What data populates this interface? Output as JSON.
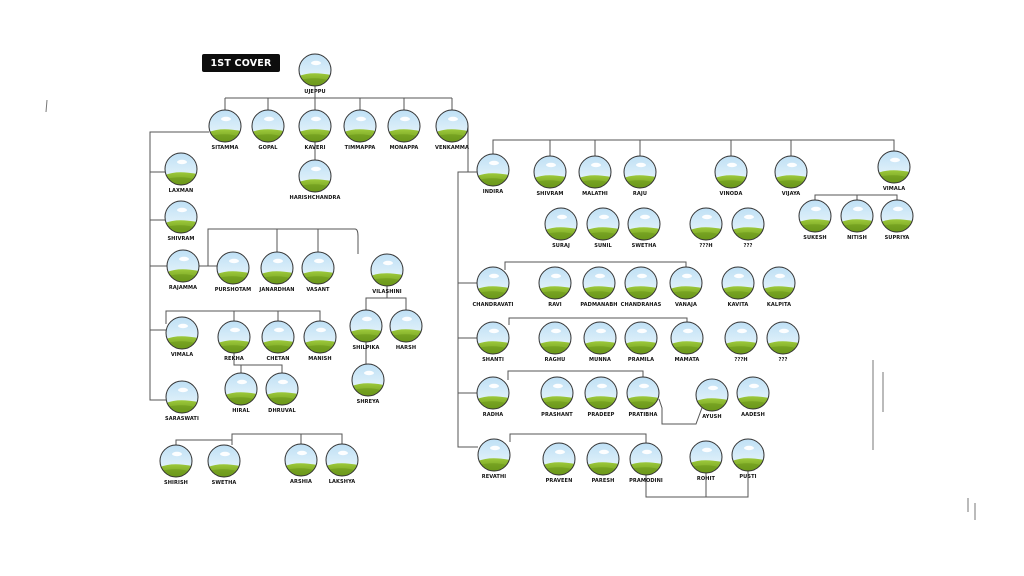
{
  "header": {
    "cover_label": "1ST COVER"
  },
  "people": {
    "ujeppu": "UJEPPU",
    "sitamma": "SITAMMA",
    "gopal": "GOPAL",
    "kaveri": "KAVERI",
    "timmappa": "TIMMAPPA",
    "monappa": "MONAPPA",
    "venkamma": "VENKAMMA",
    "harishchandra": "HARISHCHANDRA",
    "laxman": "LAXMAN",
    "shivram_l": "SHIVRAM",
    "rajamma": "RAJAMMA",
    "vimala_l": "VIMALA",
    "saraswati": "SARASWATI",
    "purshotam": "PURSHOTAM",
    "janardhan": "JANARDHAN",
    "vasant": "VASANT",
    "vilashini": "VILASHINI",
    "shilpika": "SHILPIKA",
    "harsh": "HARSH",
    "shreya": "SHREYA",
    "rekha": "REKHA",
    "chetan": "CHETAN",
    "manish": "MANISH",
    "hiral": "HIRAL",
    "dhruval": "DHRUVAL",
    "shirish": "SHIRISH",
    "swetha_l": "SWETHA",
    "arshia": "ARSHIA",
    "lakshya": "LAKSHYA",
    "indira": "INDIRA",
    "shivram_r": "SHIVRAM",
    "malathi": "MALATHI",
    "raju": "RAJU",
    "vinoda": "VINODA",
    "vijaya": "VIJAYA",
    "vimala_r": "VIMALA",
    "suraj": "SURAJ",
    "sunil": "SUNIL",
    "swetha_r": "SWETHA",
    "unk1": "???H",
    "unk2": "???",
    "sukesh": "SUKESH",
    "nitish": "NITISH",
    "supriya": "SUPRIYA",
    "chandravati": "CHANDRAVATI",
    "ravi": "RAVI",
    "padmanabh": "PADMANABH",
    "chandrahas": "CHANDRAHAS",
    "vanaja": "VANAJA",
    "kavita": "KAVITA",
    "kalpita": "KALPITA",
    "shanti": "SHANTI",
    "raghu": "RAGHU",
    "munna": "MUNNA",
    "pramila": "PRAMILA",
    "mamata": "MAMATA",
    "unk3": "???H",
    "unk4": "???",
    "radha": "RADHA",
    "prashant": "PRASHANT",
    "pradeep": "PRADEEP",
    "pratibha": "PRATIBHA",
    "ayush": "AYUSH",
    "aadesh": "AADESH",
    "revathi": "REVATHI",
    "praveen": "PRAVEEN",
    "paresh": "PARESH",
    "pramodini": "PRAMODINI",
    "rohit": "ROHIT",
    "pusti": "PUSTI"
  },
  "colors": {
    "sky_top": "#cfe8f8",
    "sky_bottom": "#e9f5fb",
    "grass": "#8dbb2e",
    "grass_dark": "#6f9b1f",
    "line": "#555555",
    "tag_bg": "#0d0d0d"
  }
}
